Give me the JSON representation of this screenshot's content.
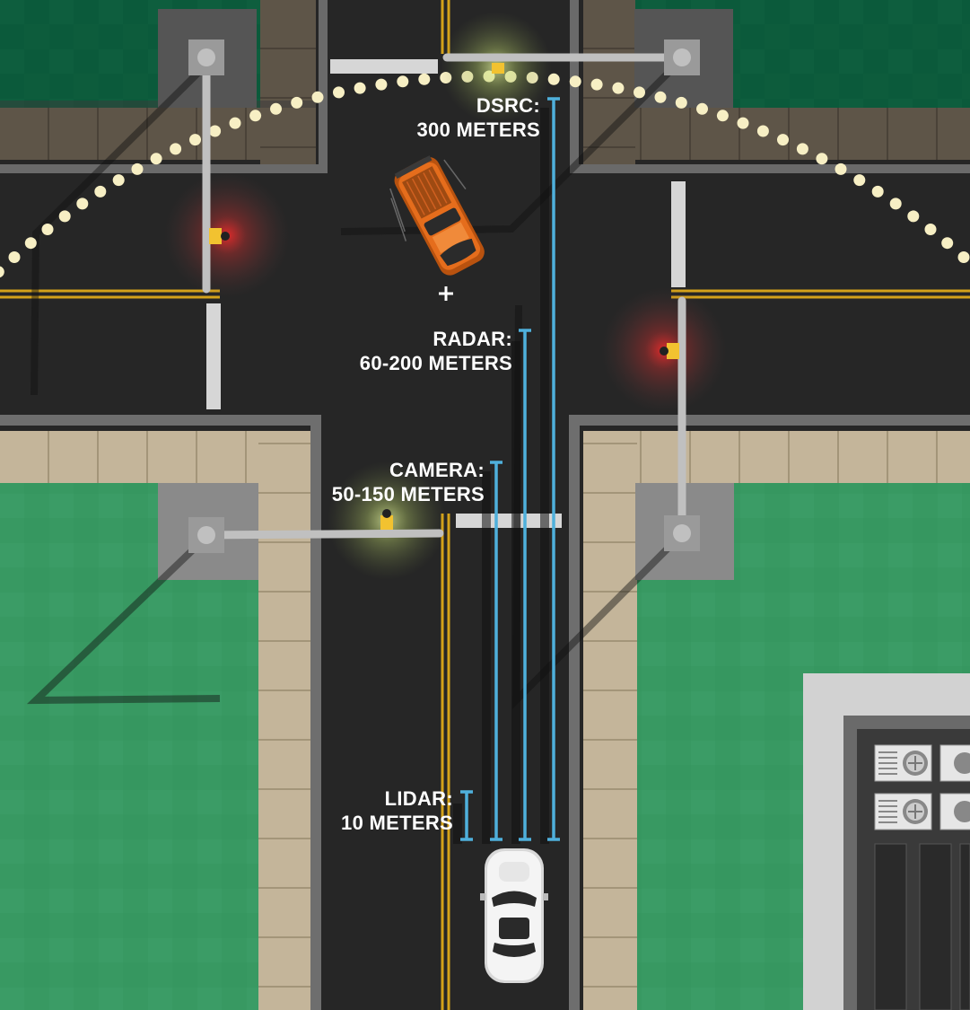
{
  "sensors": [
    {
      "id": "dsrc",
      "name": "DSRC:",
      "range": "300 METERS"
    },
    {
      "id": "radar",
      "name": "RADAR:",
      "range": "60-200 METERS"
    },
    {
      "id": "camera",
      "name": "CAMERA:",
      "range": "50-150 METERS"
    },
    {
      "id": "lidar",
      "name": "LIDAR:",
      "range": "10 METERS"
    }
  ],
  "colors": {
    "grass_top": "#0a5a3a",
    "grass_bottom": "#3a9a64",
    "road": "#262626",
    "sidewalk": "#c4b59a",
    "curb": "#6f6f6f",
    "lane_yellow": "#d4a21a",
    "range_bar": "#4fb0dc",
    "dsrc_dots": "#f7efc4",
    "signal_red_glow": "#e02a2a",
    "signal_green_glow": "#c9e07a",
    "pickup": "#e56d1c",
    "sedan": "#f2f2f2",
    "building_roof": "#d2d2d2"
  },
  "icons": [
    "traffic-signal-icon",
    "crosshair-icon",
    "hvac-fan-icon"
  ]
}
